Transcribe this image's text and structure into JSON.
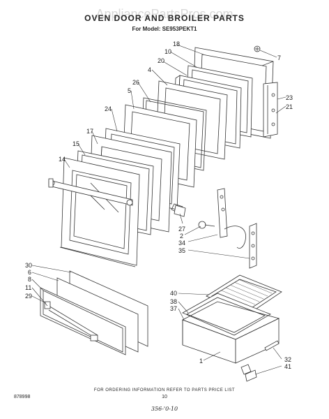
{
  "watermark": "AppliancePartsPros.com",
  "title": "OVEN DOOR AND BROILER PARTS",
  "subtitle": "For Model: SE953PEKT1",
  "callouts": {
    "c18": "18",
    "c10": "10",
    "c7": "7",
    "c20": "20",
    "c4": "4",
    "c26": "26",
    "c5": "5",
    "c23": "23",
    "c21": "21",
    "c24": "24",
    "c17": "17",
    "c15": "15",
    "c14": "14",
    "c27": "27",
    "c2": "2",
    "c34": "34",
    "c35": "35",
    "c30": "30",
    "c6": "6",
    "c8": "8",
    "c11": "11",
    "c29": "29",
    "c40": "40",
    "c38": "38",
    "c37": "37",
    "c1": "1",
    "c32": "32",
    "c41": "41"
  },
  "footer": {
    "ordering_note": "FOR ORDERING INFORMATION REFER TO PARTS PRICE LIST",
    "doc_number": "878998",
    "page_number": "10",
    "handwritten": "356-'0-10"
  }
}
